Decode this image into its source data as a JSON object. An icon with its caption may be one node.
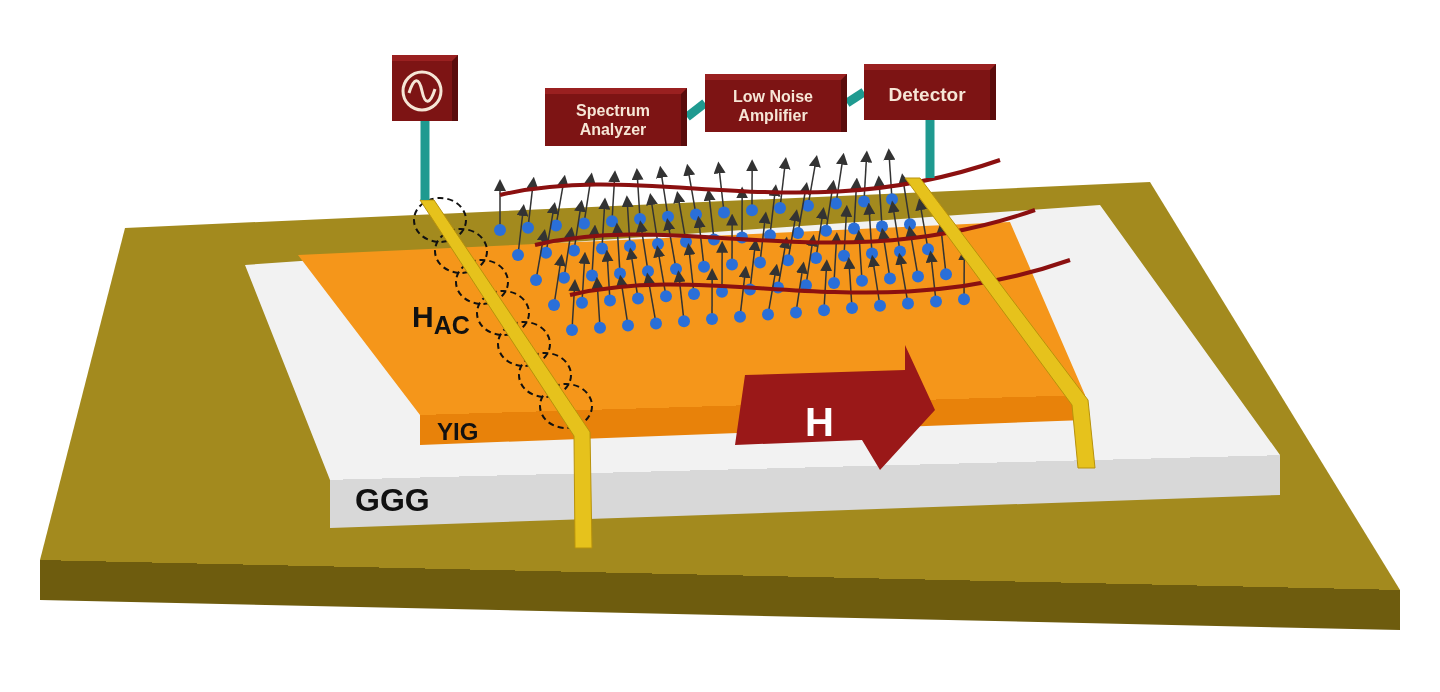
{
  "diagram": {
    "nodes": [
      {
        "text": [],
        "shape": "box"
      },
      {
        "text": [
          "Spectrum Analyzer"
        ]
      },
      {
        "text": [
          "Low Noise Amplifier"
        ]
      },
      {
        "text": [
          "Detector"
        ]
      },
      {
        "text": [],
        "shape": "bar"
      },
      {
        "text": [],
        "shape": "bar"
      }
    ],
    "edges": [
      {
        "from": 1,
        "to": 2,
        "arrow": "none"
      },
      {
        "from": 2,
        "to": 3,
        "arrow": "none"
      },
      {
        "from": 0,
        "to": 4,
        "arrow": "none"
      },
      {
        "from": 3,
        "to": 5,
        "arrow": "none"
      }
    ],
    "labels": [
      "H$_{AC}$",
      "YIG",
      "GGG",
      "H"
    ]
  }
}
